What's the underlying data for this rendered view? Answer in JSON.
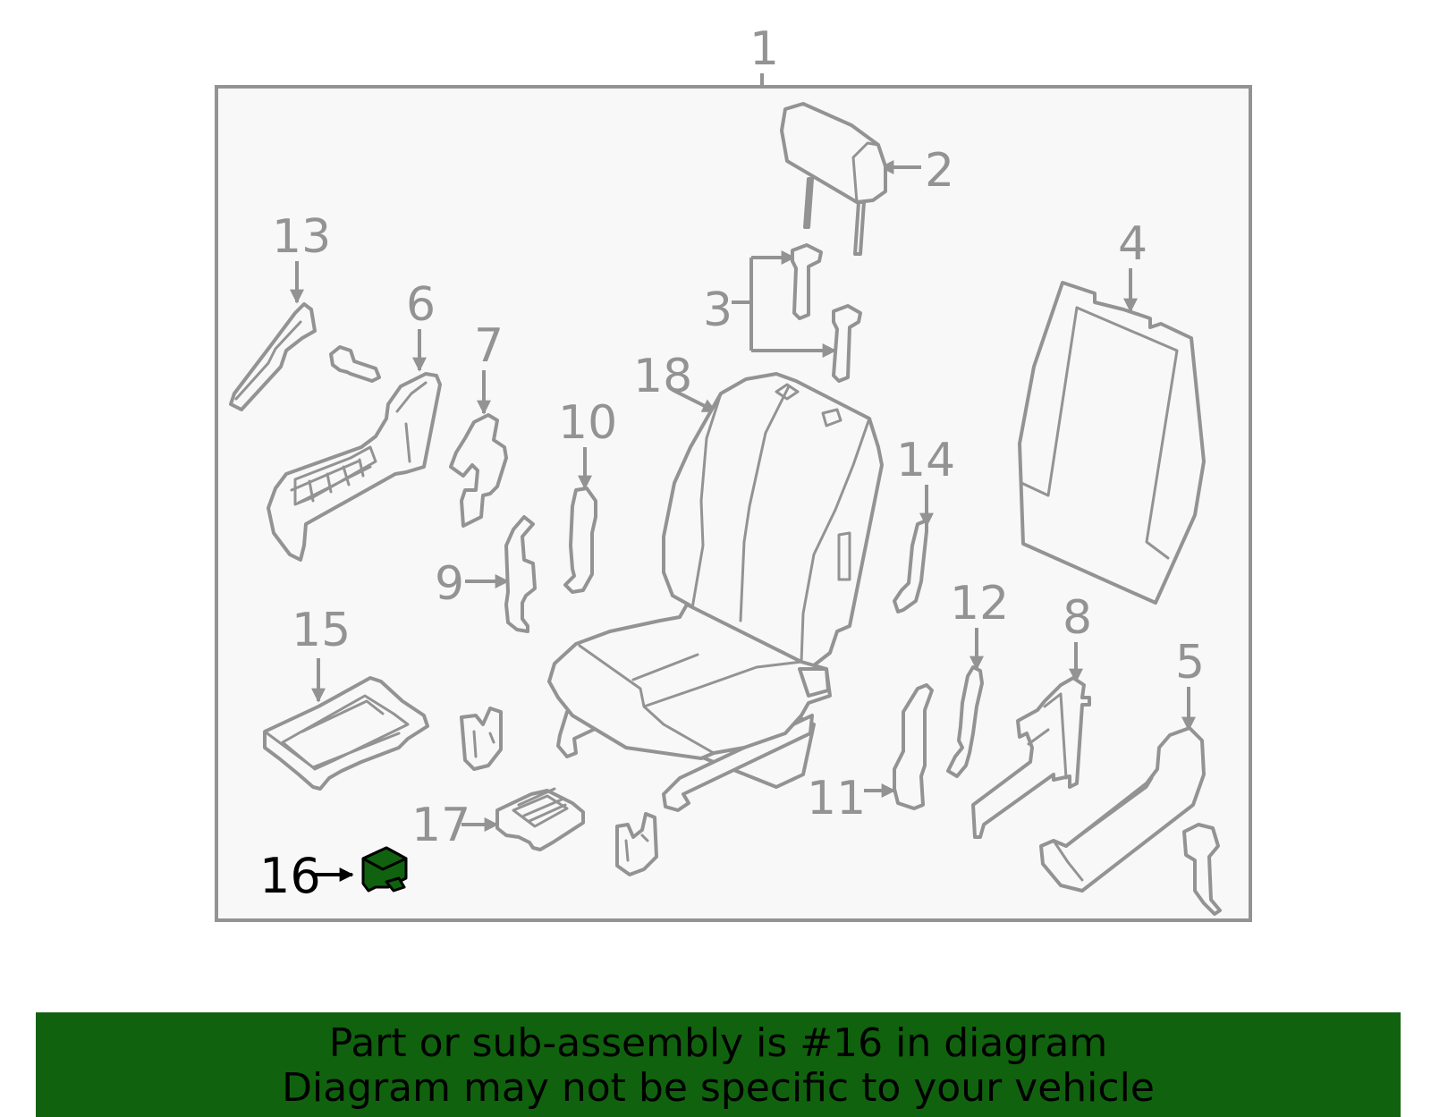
{
  "diagram": {
    "callouts": {
      "c1": "1",
      "c2": "2",
      "c3": "3",
      "c4": "4",
      "c5": "5",
      "c6": "6",
      "c7": "7",
      "c8": "8",
      "c9": "9",
      "c10": "10",
      "c11": "11",
      "c12": "12",
      "c13": "13",
      "c14": "14",
      "c15": "15",
      "c16": "16",
      "c17": "17",
      "c18": "18"
    },
    "highlighted_part": "16"
  },
  "banner": {
    "line1": "Part or sub-assembly is #16 in diagram",
    "line2": "Diagram may not be specific to your vehicle"
  },
  "colors": {
    "line_gray": "#939393",
    "panel_fill": "#f8f8f8",
    "highlight_green": "#11620e"
  }
}
